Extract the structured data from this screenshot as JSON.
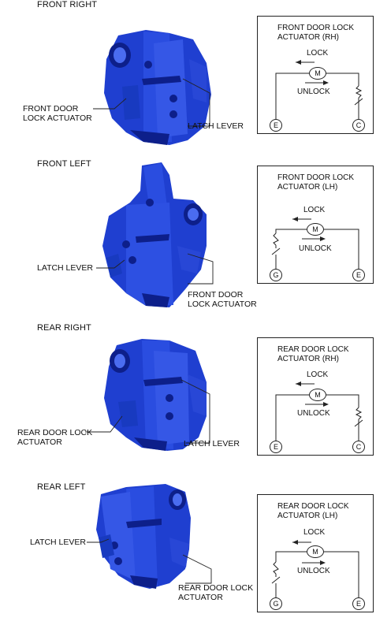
{
  "sections": [
    {
      "title": "FRONT RIGHT",
      "labels": [
        {
          "lines": [
            "FRONT DOOR",
            "LOCK ACTUATOR"
          ]
        },
        {
          "lines": [
            "LATCH LEVER"
          ]
        }
      ],
      "box": {
        "title_lines": [
          "FRONT DOOR LOCK",
          "ACTUATOR (RH)"
        ],
        "lock": "LOCK",
        "unlock": "UNLOCK",
        "motor": "M",
        "terminals": [
          "E",
          "C"
        ]
      }
    },
    {
      "title": "FRONT LEFT",
      "labels": [
        {
          "lines": [
            "LATCH LEVER"
          ]
        },
        {
          "lines": [
            "FRONT DOOR",
            "LOCK ACTUATOR"
          ]
        }
      ],
      "box": {
        "title_lines": [
          "FRONT DOOR LOCK",
          "ACTUATOR (LH)"
        ],
        "lock": "LOCK",
        "unlock": "UNLOCK",
        "motor": "M",
        "terminals": [
          "G",
          "E"
        ]
      }
    },
    {
      "title": "REAR RIGHT",
      "labels": [
        {
          "lines": [
            "REAR DOOR LOCK",
            "ACTUATOR"
          ]
        },
        {
          "lines": [
            "LATCH LEVER"
          ]
        }
      ],
      "box": {
        "title_lines": [
          "REAR DOOR LOCK",
          "ACTUATOR (RH)"
        ],
        "lock": "LOCK",
        "unlock": "UNLOCK",
        "motor": "M",
        "terminals": [
          "E",
          "C"
        ]
      }
    },
    {
      "title": "REAR LEFT",
      "labels": [
        {
          "lines": [
            "LATCH LEVER"
          ]
        },
        {
          "lines": [
            "REAR DOOR LOCK",
            "ACTUATOR"
          ]
        }
      ],
      "box": {
        "title_lines": [
          "REAR DOOR LOCK",
          "ACTUATOR (LH)"
        ],
        "lock": "LOCK",
        "unlock": "UNLOCK",
        "motor": "M",
        "terminals": [
          "G",
          "E"
        ]
      }
    }
  ],
  "colors": {
    "part_blue": "#1f3fd0",
    "part_dark": "#0d1f8a",
    "part_light": "#4a6cf0",
    "line": "#222222"
  }
}
